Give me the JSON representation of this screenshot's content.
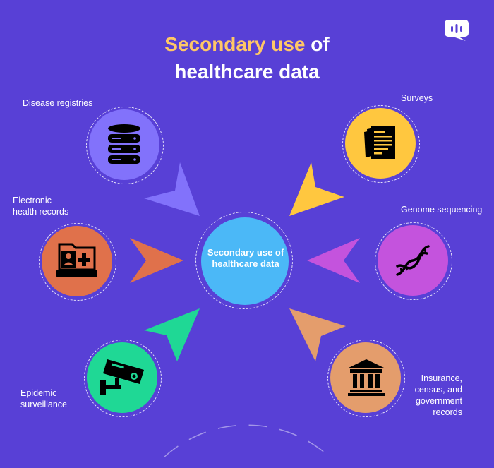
{
  "title": {
    "highlight": "Secondary use",
    "rest_line1": " of",
    "line2": "healthcare data"
  },
  "center": {
    "label": "Secondary use of healthcare data",
    "color": "#4bb8f7"
  },
  "nodes": [
    {
      "label": "Disease registries",
      "icon": "database-icon",
      "color": "#8272fb"
    },
    {
      "label": "Electronic health records",
      "icon": "medical-folder-icon",
      "color": "#e0714b"
    },
    {
      "label": "Epidemic surveillance",
      "icon": "cctv-camera-icon",
      "color": "#1fd895"
    },
    {
      "label": "Surveys",
      "icon": "documents-icon",
      "color": "#ffc73f"
    },
    {
      "label": "Genome sequencing",
      "icon": "dna-icon",
      "color": "#c453dd"
    },
    {
      "label": "Insurance, census, and government records",
      "icon": "government-building-icon",
      "color": "#e49d6c"
    }
  ],
  "label_lines": {
    "ehr": [
      "Electronic",
      "health records"
    ],
    "epidemic": [
      "Epidemic",
      "surveillance"
    ],
    "insurance": [
      "Insurance,",
      "census, and",
      "government",
      "records"
    ]
  },
  "brand_icon": "chat-bubble-logo-icon"
}
